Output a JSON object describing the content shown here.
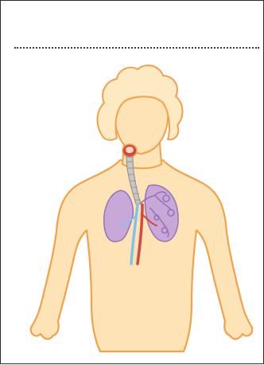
{
  "worksheet": {
    "answer_line": "",
    "illustration": {
      "subject": "child-figure-respiratory-system",
      "parts": [
        "hair",
        "head",
        "mouth",
        "trachea",
        "left-lung",
        "right-lung",
        "bronchial-tree",
        "blood-vessels",
        "torso",
        "arms"
      ],
      "colors": {
        "skin": "#fde3b6",
        "outline": "#f2a24a",
        "hair": "#fde9c2",
        "lung": "#c8a8d8",
        "lung_dark": "#9a72b5",
        "trachea": "#c9c7c5",
        "vessel_red": "#d9463c",
        "vessel_blue": "#7fc4e8",
        "mouth": "#d9463c"
      }
    }
  }
}
